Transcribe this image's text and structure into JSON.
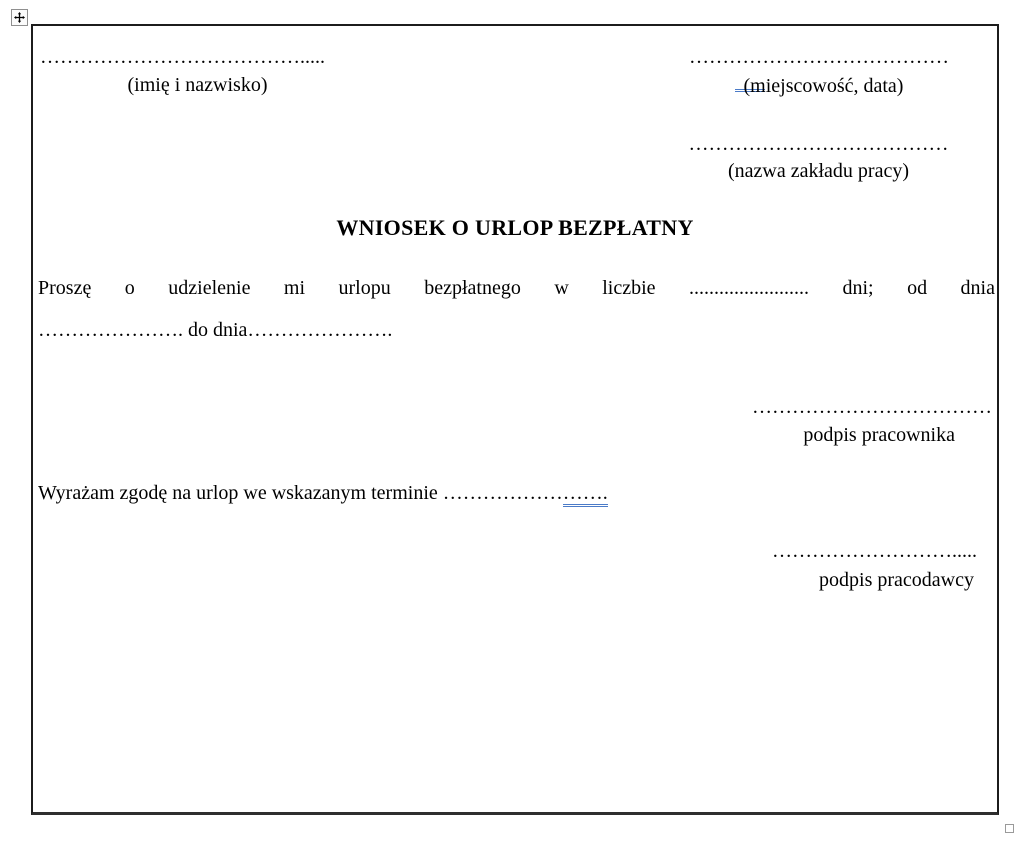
{
  "form": {
    "title": "WNIOSEK O URLOP BEZPŁATNY",
    "header": {
      "name": {
        "dots": "………………………………….....",
        "label": "(imię i nazwisko)"
      },
      "place_date": {
        "dots": "…………………………………",
        "label": "(miejscowość, data)"
      },
      "workplace": {
        "dots": "…………………………………",
        "label": "(nazwa zakładu pracy)"
      }
    },
    "request": {
      "line1": "Proszę o udzielenie mi urlopu bezpłatnego w liczbie ........................ dni; od dnia",
      "line2": "…………………. do dnia…………………."
    },
    "employee_signature": {
      "dots": "………………………………",
      "label": "podpis pracownika"
    },
    "consent": {
      "text": "Wyrażam zgodę na urlop we wskazanym terminie ",
      "dots_plain": "………………",
      "dots_underlined": "……."
    },
    "employer_signature": {
      "dots": "……………………….....",
      "label": "podpis pracodawcy"
    }
  },
  "colors": {
    "grammar_underline_blue": "#4b7bc8",
    "table_border": "#1c1c1c"
  },
  "icons": {
    "table_move_handle": "move-cross-icon",
    "table_resize_handle": "resize-square-handle"
  }
}
